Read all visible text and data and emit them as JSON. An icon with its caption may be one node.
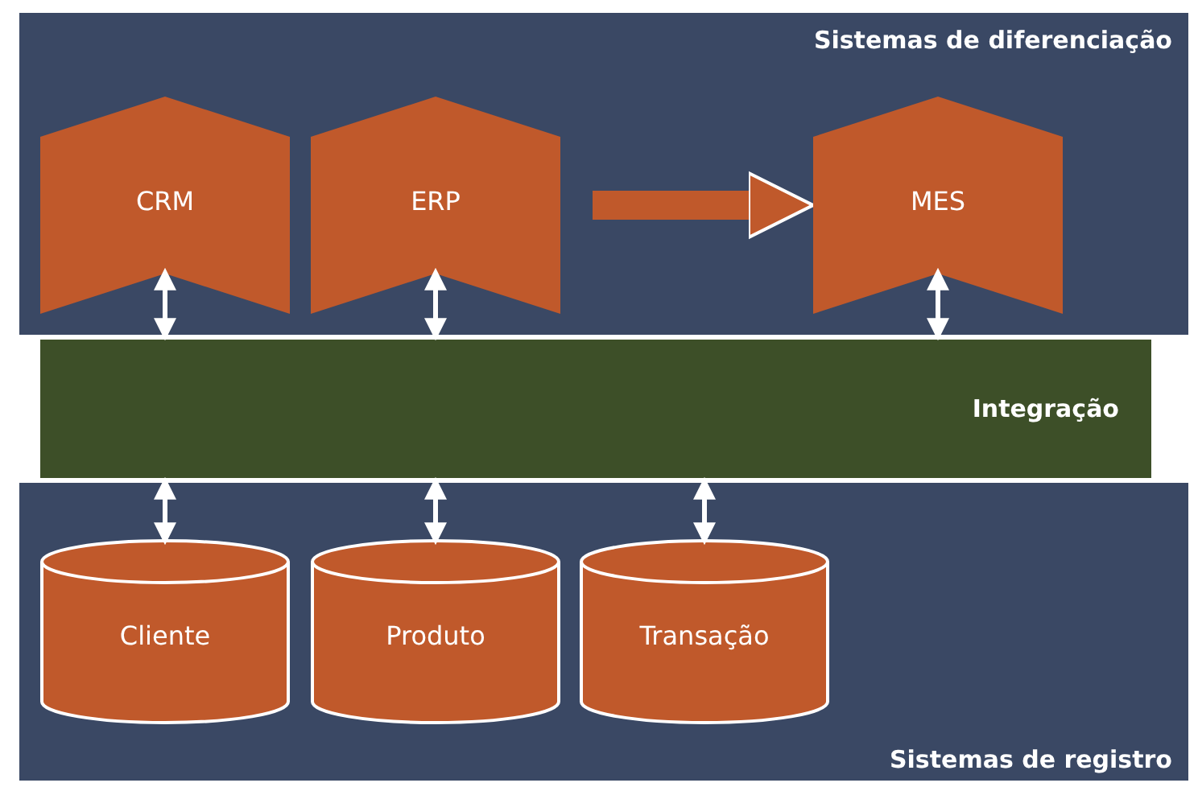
{
  "diagram": {
    "nodes": [
      {
        "text": [
          "Sistemas de diferenciação"
        ]
      },
      {
        "text": [
          "CRM"
        ],
        "in": 0
      },
      {
        "text": [
          "ERP"
        ],
        "in": 0
      },
      {
        "text": [
          "MES"
        ],
        "in": 0
      },
      {
        "text": [
          "Integração"
        ]
      },
      {
        "text": [
          "Sistemas de registro"
        ]
      },
      {
        "text": [
          "Cliente"
        ],
        "in": 5
      },
      {
        "text": [
          "Produto"
        ],
        "in": 5
      },
      {
        "text": [
          "Transação"
        ],
        "in": 5
      }
    ],
    "edges": [
      {
        "from": 2,
        "to": 3,
        "arrow": "to",
        "style": "thick",
        "color": "#c0592b"
      },
      {
        "from": 1,
        "to": 4,
        "arrow": "both"
      },
      {
        "from": 2,
        "to": 4,
        "arrow": "both"
      },
      {
        "from": 3,
        "to": 4,
        "arrow": "both"
      },
      {
        "from": 6,
        "to": 4,
        "arrow": "both"
      },
      {
        "from": 7,
        "to": 4,
        "arrow": "both"
      },
      {
        "from": 8,
        "to": 4,
        "arrow": "both"
      }
    ]
  }
}
